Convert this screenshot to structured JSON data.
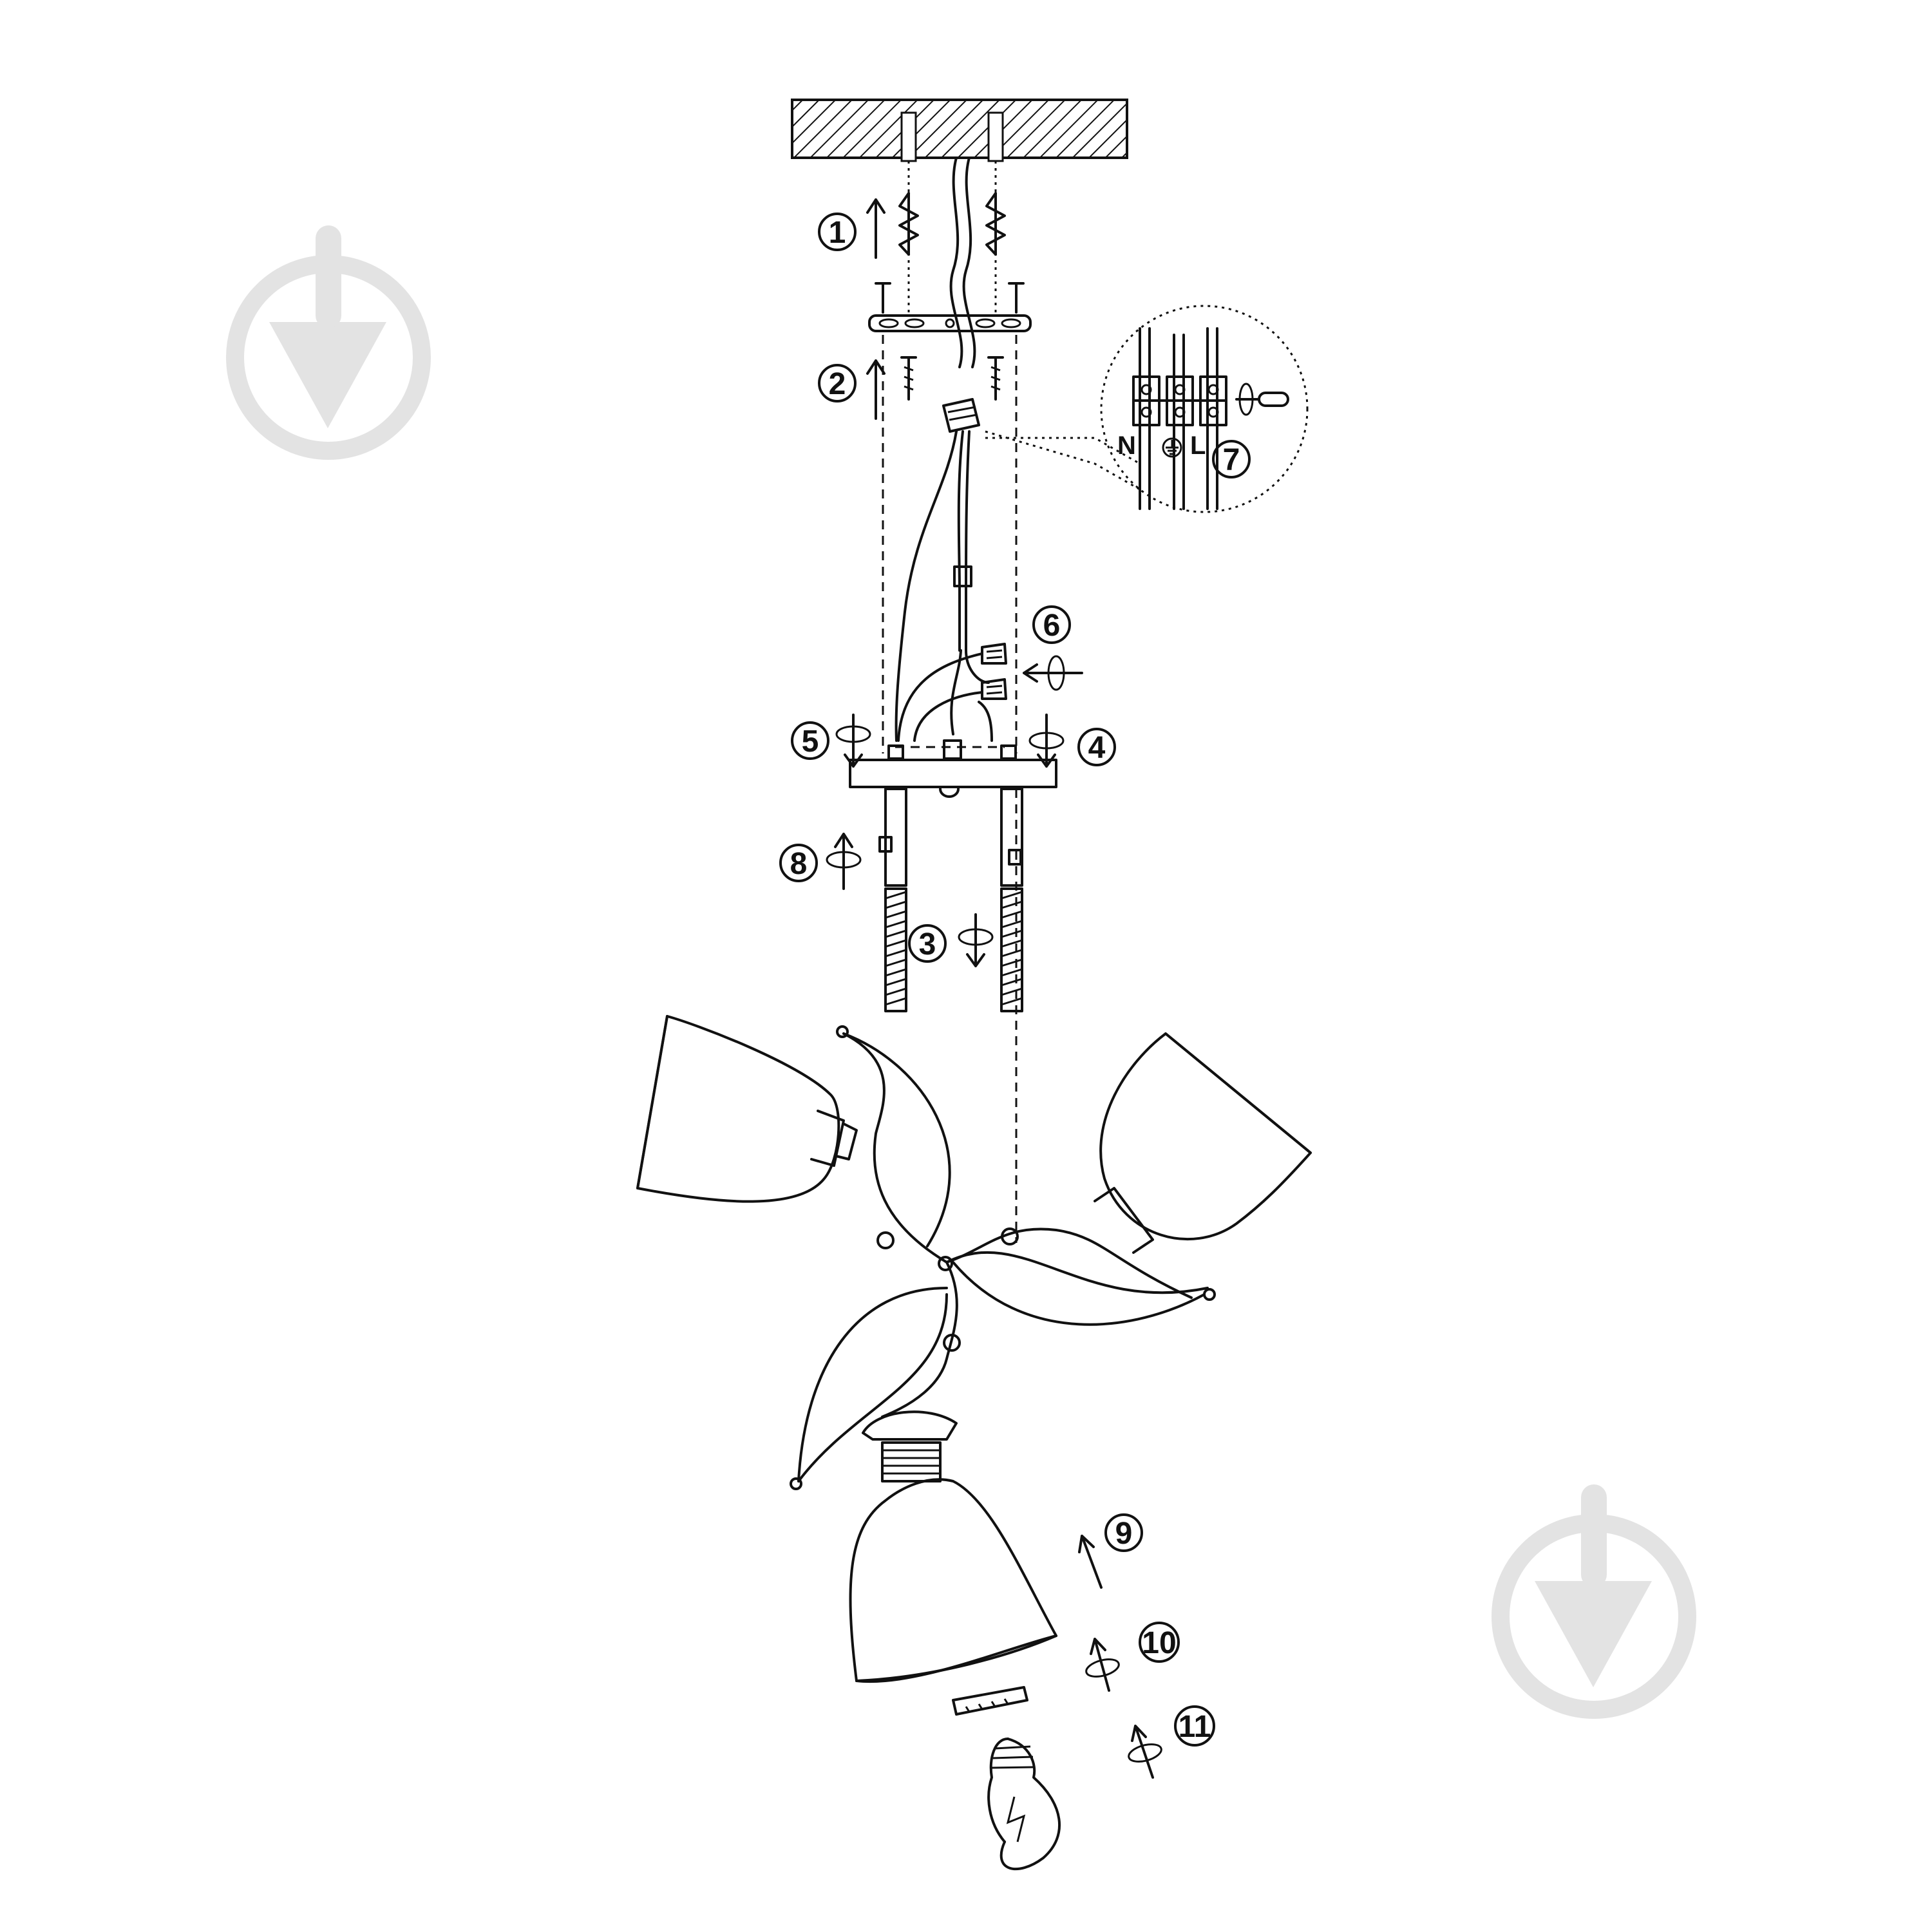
{
  "steps": {
    "s1": "1",
    "s2": "2",
    "s3": "3",
    "s4": "4",
    "s5": "5",
    "s6": "6",
    "s7": "7",
    "s8": "8",
    "s9": "9",
    "s10": "10",
    "s11": "11"
  },
  "terminal_labels": {
    "neutral": "N",
    "live": "L"
  },
  "watermark_icon": "pin-logo-icon",
  "colors": {
    "ink": "#111111",
    "watermark": "#e3e3e3",
    "background": "#ffffff"
  }
}
